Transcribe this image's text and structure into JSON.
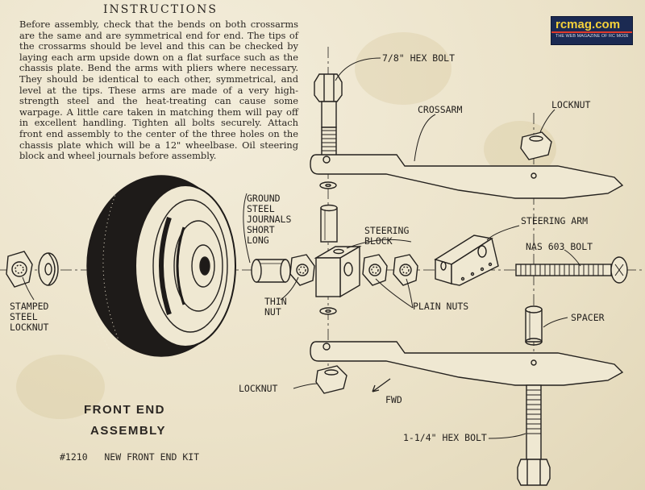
{
  "instructions": {
    "title": "INSTRUCTIONS",
    "body": "Before assembly, check that the bends on both crossarms are the same and are symmetrical end for end. The tips of the crossarms should be level and this can be checked by laying each arm upside down on a flat surface such as the chassis plate. Bend the arms with pliers where necessary. They should be identical to each other, symmetrical, and level at the tips. These arms are made of a very high-strength steel and the heat-treating can cause some warpage. A little care taken in matching them will pay off in excellent handling. Tighten all bolts securely. Attach front end assembly to the center of the three holes on the chassis plate which will be a 12\" wheelbase. Oil steering block and wheel journals before assembly."
  },
  "logo": {
    "name": "rcmag.com",
    "tagline": "THE WEB MAGAZINE OF RC MODELING"
  },
  "labels": {
    "hex_bolt_top": "7/8\" HEX BOLT",
    "crossarm": "CROSSARM",
    "locknut_top": "LOCKNUT",
    "ground_journals": "GROUND\nSTEEL\nJOURNALS",
    "short": "SHORT",
    "long": "LONG",
    "steering_block": "STEERING\nBLOCK",
    "steering_arm": "STEERING ARM",
    "nas_bolt": "NAS 603 BOLT",
    "stamped_locknut": "STAMPED\nSTEEL\nLOCKNUT",
    "thin_nut": "THIN\nNUT",
    "plain_nuts": "PLAIN NUTS",
    "spacer": "SPACER",
    "locknut_bottom": "LOCKNUT",
    "fwd": "FWD",
    "hex_bolt_bottom": "1-1/4\" HEX BOLT"
  },
  "footer": {
    "title_line1": "FRONT END",
    "title_line2": "ASSEMBLY",
    "kit": "#1210   NEW FRONT END KIT"
  },
  "colors": {
    "paper": "#efe8d2",
    "ink": "#24211e",
    "logo_bg": "#1b2a52",
    "logo_text": "#f5d13a"
  }
}
